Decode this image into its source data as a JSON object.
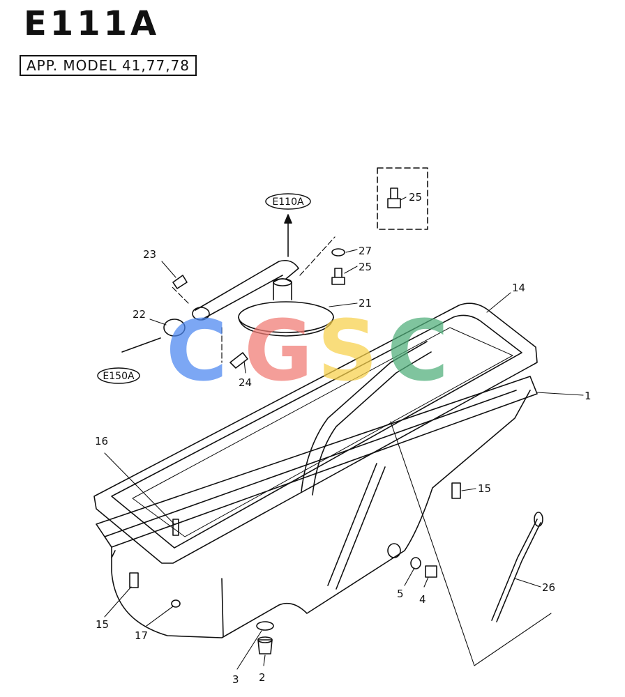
{
  "header": {
    "title": "E111A",
    "app_model": "APP. MODEL 41,77,78"
  },
  "references": {
    "upper": "E110A",
    "left": "E150A"
  },
  "callouts": {
    "c1": "1",
    "c2": "2",
    "c3": "3",
    "c4": "4",
    "c5": "5",
    "c14": "14",
    "c15a": "15",
    "c15b": "15",
    "c16": "16",
    "c17": "17",
    "c21": "21",
    "c22": "22",
    "c23": "23",
    "c24": "24",
    "c25a": "25",
    "c25b": "25",
    "c26": "26",
    "c27": "27"
  },
  "watermark": {
    "letters": [
      "C",
      "G",
      "S",
      "C"
    ],
    "colors": [
      "#4a86f0",
      "#f07a72",
      "#f7d04a",
      "#4fae7a"
    ]
  }
}
